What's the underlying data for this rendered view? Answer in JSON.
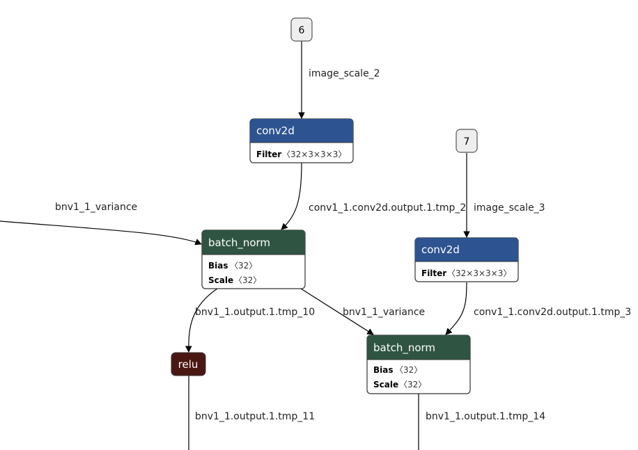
{
  "colors": {
    "conv2d_header": "#2d5490",
    "batch_norm_header": "#2f5542",
    "relu_fill": "#4b1712",
    "input_fill": "#eeeeee",
    "edge": "#000000"
  },
  "graph": {
    "inputs": {
      "input_6": "6",
      "input_7": "7"
    },
    "nodes": {
      "conv2d_1": {
        "title": "conv2d",
        "attr_name": "Filter",
        "attr_value": "〈32×3×3×3〉"
      },
      "conv2d_2": {
        "title": "conv2d",
        "attr_name": "Filter",
        "attr_value": "〈32×3×3×3〉"
      },
      "batch_norm_1": {
        "title": "batch_norm",
        "attrs": [
          {
            "name": "Bias",
            "value": "〈32〉"
          },
          {
            "name": "Scale",
            "value": "〈32〉"
          }
        ]
      },
      "batch_norm_2": {
        "title": "batch_norm",
        "attrs": [
          {
            "name": "Bias",
            "value": "〈32〉"
          },
          {
            "name": "Scale",
            "value": "〈32〉"
          }
        ]
      },
      "relu": {
        "title": "relu"
      }
    },
    "edges": {
      "image_scale_2": "image_scale_2",
      "image_scale_3": "image_scale_3",
      "conv_out_2": "conv1_1.conv2d.output.1.tmp_2",
      "conv_out_3": "conv1_1.conv2d.output.1.tmp_3",
      "variance_left": "bnv1_1_variance",
      "variance_mid": "bnv1_1_variance",
      "bn_out_10": "bnv1_1.output.1.tmp_10",
      "bn_out_11": "bnv1_1.output.1.tmp_11",
      "bn_out_14": "bnv1_1.output.1.tmp_14"
    }
  }
}
